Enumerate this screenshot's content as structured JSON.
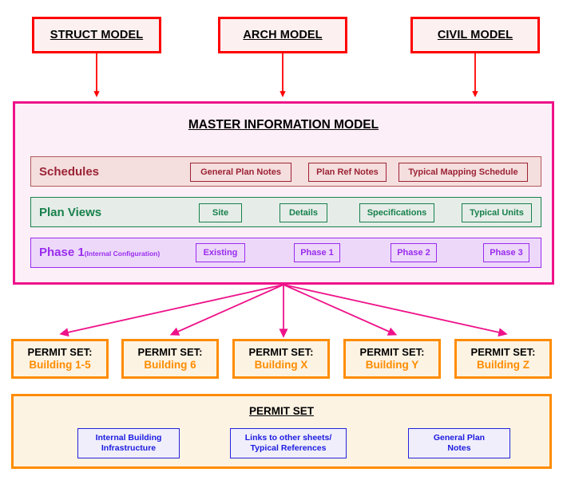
{
  "diagram": {
    "title": "Master Information Model to Permit Set breakdown",
    "colors": {
      "model_border": "#FF0000",
      "model_fill": "#FDF0F0",
      "master_border": "#EE1289",
      "master_fill": "#FDEFF7",
      "schedules": "#9B2335",
      "plan_views": "#17804C",
      "phase": "#9A2BEE",
      "permit_border": "#FF8C00",
      "permit_fill": "#FDF3E3",
      "subchip_border": "#2222DD",
      "arrow_red": "#FF0000",
      "arrow_magenta": "#EE1289"
    }
  },
  "source_models": [
    {
      "label": "STRUCT MODEL"
    },
    {
      "label": "ARCH MODEL"
    },
    {
      "label": "CIVIL MODEL"
    }
  ],
  "master": {
    "title": "MASTER INFORMATION MODEL",
    "rows": [
      {
        "key": "schedules",
        "label": "Schedules",
        "chips": [
          "General Plan Notes",
          "Plan Ref Notes",
          "Typical Mapping Schedule"
        ]
      },
      {
        "key": "plan_views",
        "label": "Plan Views",
        "chips": [
          "Site",
          "Details",
          "Specifications",
          "Typical Units"
        ]
      },
      {
        "key": "phase",
        "label_main": "Phase 1",
        "label_sub": "(Internal Configuration)",
        "chips": [
          "Existing",
          "Phase 1",
          "Phase 2",
          "Phase 3"
        ]
      }
    ]
  },
  "permit_sets": [
    {
      "line1": "PERMIT SET:",
      "line2": "Building 1-5"
    },
    {
      "line1": "PERMIT SET:",
      "line2": "Building 6"
    },
    {
      "line1": "PERMIT SET:",
      "line2": "Building X"
    },
    {
      "line1": "PERMIT SET:",
      "line2": "Building Y"
    },
    {
      "line1": "PERMIT SET:",
      "line2": "Building Z"
    }
  ],
  "permit_detail": {
    "title": "PERMIT SET",
    "items": [
      "Internal Building\nInfrastructure",
      "Links to other sheets/\nTypical References",
      "General Plan\nNotes"
    ]
  }
}
